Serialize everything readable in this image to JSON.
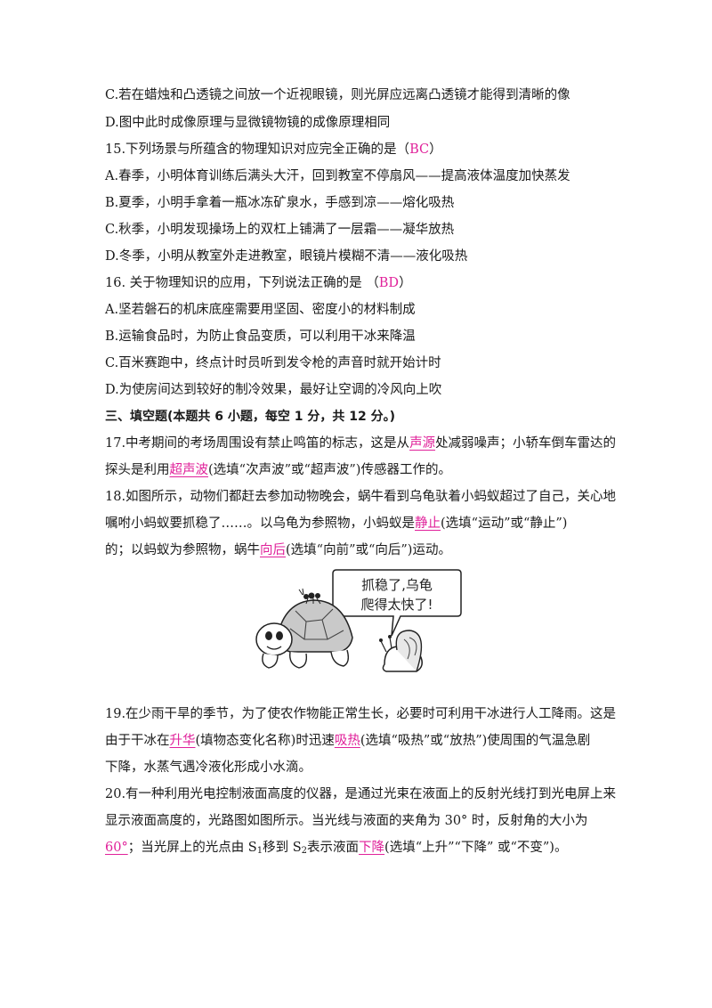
{
  "lines": {
    "q14c": "C.若在蜡烛和凸透镜之间放一个近视眼镜，则光屏应远离凸透镜才能得到清晰的像",
    "q14d": "D.图中此时成像原理与显微镜物镜的成像原理相同",
    "q15_stem": "15.下列场景与所蕴含的物理知识对应完全正确的是（",
    "q15_ans": "BC",
    "q15_close": "）",
    "q15a": "A.春季，小明体育训练后满头大汗，回到教室不停扇风——提高液体温度加快蒸发",
    "q15b": "B.夏季，小明手拿着一瓶冰冻矿泉水，手感到凉——熔化吸热",
    "q15c": "C.秋季，小明发现操场上的双杠上铺满了一层霜——凝华放热",
    "q15d": "D.冬季，小明从教室外走进教室，眼镜片模糊不清——液化吸热",
    "q16_stem": "16. 关于物理知识的应用，下列说法正确的是 （",
    "q16_ans": "BD",
    "q16_close": "）",
    "q16a": "A.坚若磐石的机床底座需要用坚固、密度小的材料制成",
    "q16b": "B.运输食品时，为防止食品变质，可以利用干冰来降温",
    "q16c": "C.百米赛跑中，终点计时员听到发令枪的声音时就开始计时",
    "q16d": "D.为使房间达到较好的制冷效果，最好让空调的冷风向上吹",
    "section3": "三、填空题(本题共 6 小题，每空 1 分，共 12 分。)",
    "q17_p1": "17.中考期间的考场周围设有禁止鸣笛的标志，这是从",
    "q17_a1": "声源",
    "q17_p2": "处减弱噪声；小轿车倒车雷达的",
    "q17_p3": "探头是利用",
    "q17_a2": "超声波",
    "q17_p4": "(选填“次声波”或“超声波”)传感器工作的。",
    "q18_p1": "18.如图所示，动物们都赶去参加动物晚会，蜗牛看到乌龟驮着小蚂蚁超过了自己，关心地",
    "q18_p2": "嘱咐小蚂蚁要抓稳了……。以乌龟为参照物，小蚂蚁是",
    "q18_a1": "静止",
    "q18_p3": "(选填“运动”或“静止”)",
    "q18_p4": "的；以蚂蚁为参照物，蜗牛",
    "q18_a2": "向后",
    "q18_p5": "(选填“向前”或“向后”)运动。",
    "q19_p1": "19.在少雨干旱的季节，为了使农作物能正常生长，必要时可利用干冰进行人工降雨。这是",
    "q19_p2": "由于干冰在",
    "q19_a1": "升华",
    "q19_p3": "(填物态变化名称)时迅速",
    "q19_a2": "吸热",
    "q19_p4": "(选填“吸热”或“放热”)使周围的气温急剧",
    "q19_p5": "下降，水蒸气遇冷液化形成小水滴。",
    "q20_p1": "20.有一种利用光电控制液面高度的仪器，是通过光束在液面上的反射光线打到光电屏上来",
    "q20_p2": "显示液面高度的，光路图如图所示。当光线与液面的夹角为 30°  时，反射角的大小为",
    "q20_a1": "60°",
    "q20_p3": "；当光屏上的光点由 S",
    "q20_s1": "1",
    "q20_p4": "移到 S",
    "q20_s2": "2",
    "q20_p5": "表示液面",
    "q20_a2": "下降",
    "q20_p6": "(选填“上升”“下降” 或“不变”)。"
  },
  "figure": {
    "speech_line1": "抓稳了,乌龟",
    "speech_line2": "爬得太快了!"
  },
  "colors": {
    "answer": "#e0219a",
    "text": "#1a1a1a"
  }
}
